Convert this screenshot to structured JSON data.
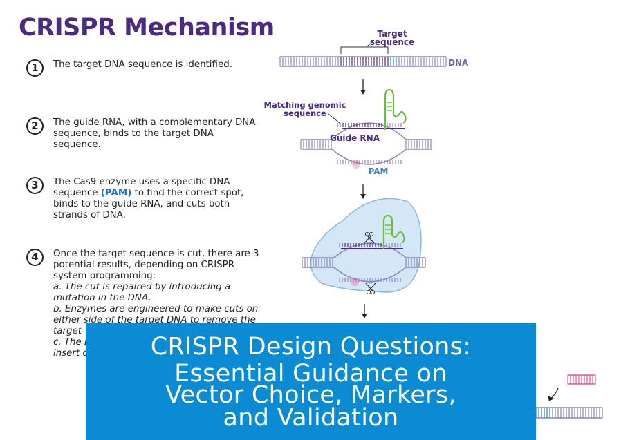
{
  "page_title": "CRISPR Mechanism",
  "steps": [
    {
      "number": "1",
      "text": "The target DNA sequence is identified."
    },
    {
      "number": "2",
      "text": "The guide RNA, with a complementary DNA sequence, binds to the target DNA sequence."
    },
    {
      "number": "3",
      "text_before": "The Cas9 enzyme uses a specific DNA sequence ",
      "highlight": "(PAM)",
      "text_after": " to find the correct spot, binds to the guide RNA, and cuts both strands of DNA."
    },
    {
      "number": "4",
      "text": "Once the target sequence is cut, there are 3 potential results, depending on CRISPR system programming:",
      "options": [
        "a. The cut is repaired by introducing a mutation in the DNA.",
        "b. Enzymes are engineered to make cuts on either side of the target DNA to remove the target",
        "c. The D",
        "insert o"
      ]
    }
  ],
  "diagram": {
    "target_label_line1": "Target",
    "target_label_line2": "sequence",
    "dna_label": "DNA",
    "matching_label_line1": "Matching genomic",
    "matching_label_line2": "sequence",
    "guide_rna_label": "Guide RNA",
    "pam_label": "PAM",
    "colors": {
      "strand": "#8a86b8",
      "target": "#4a2a82",
      "pam": "#3a7fc0",
      "rna": "#6abf3a",
      "cut": "#e8579a",
      "cas9_fill": "#d4e7f6",
      "cas9_stroke": "#8db6da",
      "label": "#4a2a82",
      "pam_text": "#3a7fc0"
    }
  },
  "banner": {
    "line1": "CRISPR Design Questions:",
    "line2": "Essential Guidance on",
    "line3": "Vector Choice, Markers,",
    "line4": "and Validation",
    "color": "#0b8bd4"
  }
}
